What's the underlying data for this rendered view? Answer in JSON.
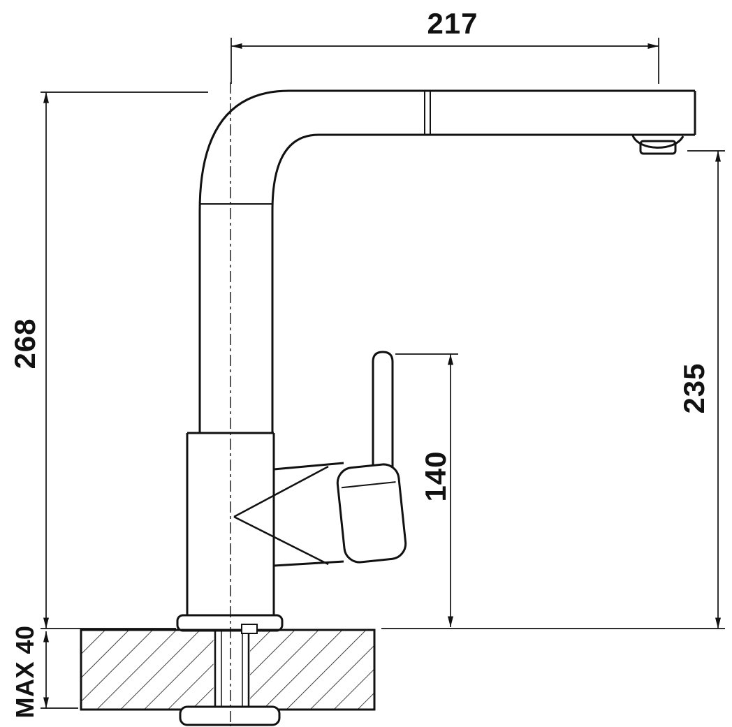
{
  "drawing": {
    "background": "#ffffff",
    "line_color": "#111111",
    "dimensions": {
      "spout_reach": "217",
      "overall_height": "268",
      "outlet_height": "235",
      "handle_height": "140",
      "max_deck_thickness": "MAX 40"
    }
  }
}
